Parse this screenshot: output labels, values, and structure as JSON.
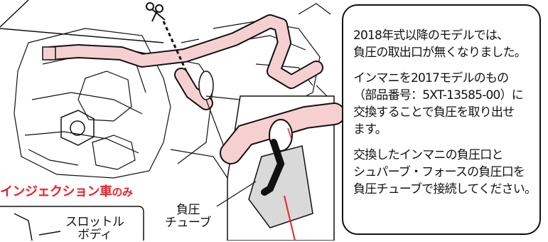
{
  "info_box": {
    "para1": [
      "2018年式以降のモデルでは、",
      "負圧の取出口が無くなりました。"
    ],
    "para2": [
      "インマニを2017モデルのもの",
      "（部品番号：5XT-13585-00）に",
      "交換することで負圧を取り出せ",
      "ます。"
    ],
    "para3": [
      "交換したインマニの負圧口と",
      "シュパーブ・フォースの負圧口を",
      "負圧チューブで接続してください。"
    ]
  },
  "vehicle_label": {
    "main": "インジェクション車",
    "suffix": "のみ"
  },
  "callouts": {
    "tube": [
      "負圧",
      "チューブ"
    ],
    "throttle": [
      "スロットル",
      "ボディ"
    ]
  },
  "colors": {
    "accent": "#e8232a",
    "tube_fill": "#f6d0d0",
    "line": "#111111"
  },
  "icons": [
    "scissors-icon"
  ]
}
